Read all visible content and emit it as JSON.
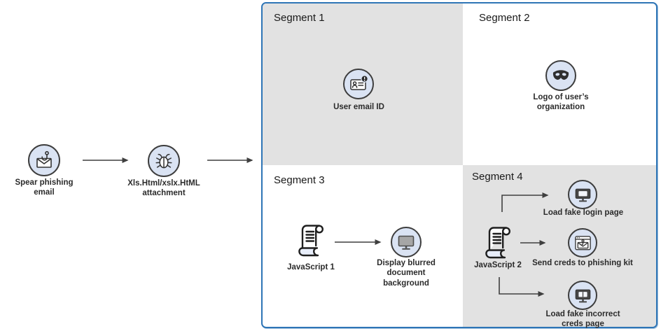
{
  "flow": {
    "spear": {
      "label": "Spear phishing email",
      "icon": "hooked-envelope-icon"
    },
    "attachment": {
      "label": "Xls.Html/xslx.HtML attachment",
      "icon": "bug-icon"
    }
  },
  "segments": {
    "s1": {
      "title": "Segment 1",
      "node": {
        "label": "User email ID",
        "icon": "id-card-alert-icon"
      }
    },
    "s2": {
      "title": "Segment 2",
      "node": {
        "label": "Logo of user’s organization",
        "icon": "mask-icon"
      }
    },
    "s3": {
      "title": "Segment 3",
      "script": {
        "label": "JavaScript 1",
        "icon": "script-scroll-icon"
      },
      "monitor": {
        "label": "Display blurred document background",
        "icon": "monitor-icon"
      }
    },
    "s4": {
      "title": "Segment 4",
      "script": {
        "label": "JavaScript 2",
        "icon": "script-scroll-icon"
      },
      "login": {
        "label": "Load fake login page",
        "icon": "monitor-window-icon"
      },
      "kit": {
        "label": "Send creds to phishing kit",
        "icon": "browser-envelope-hook-icon"
      },
      "creds": {
        "label": "Load fake incorrect creds page",
        "icon": "monitor-dialog-icon"
      }
    }
  },
  "colors": {
    "segment_fill": "#e2e2e2",
    "box_border": "#2e75b6",
    "node_circle_fill": "#dae3f3",
    "node_circle_border": "#3d3d3d",
    "arrow": "#3f3f3f",
    "text": "#262626"
  }
}
